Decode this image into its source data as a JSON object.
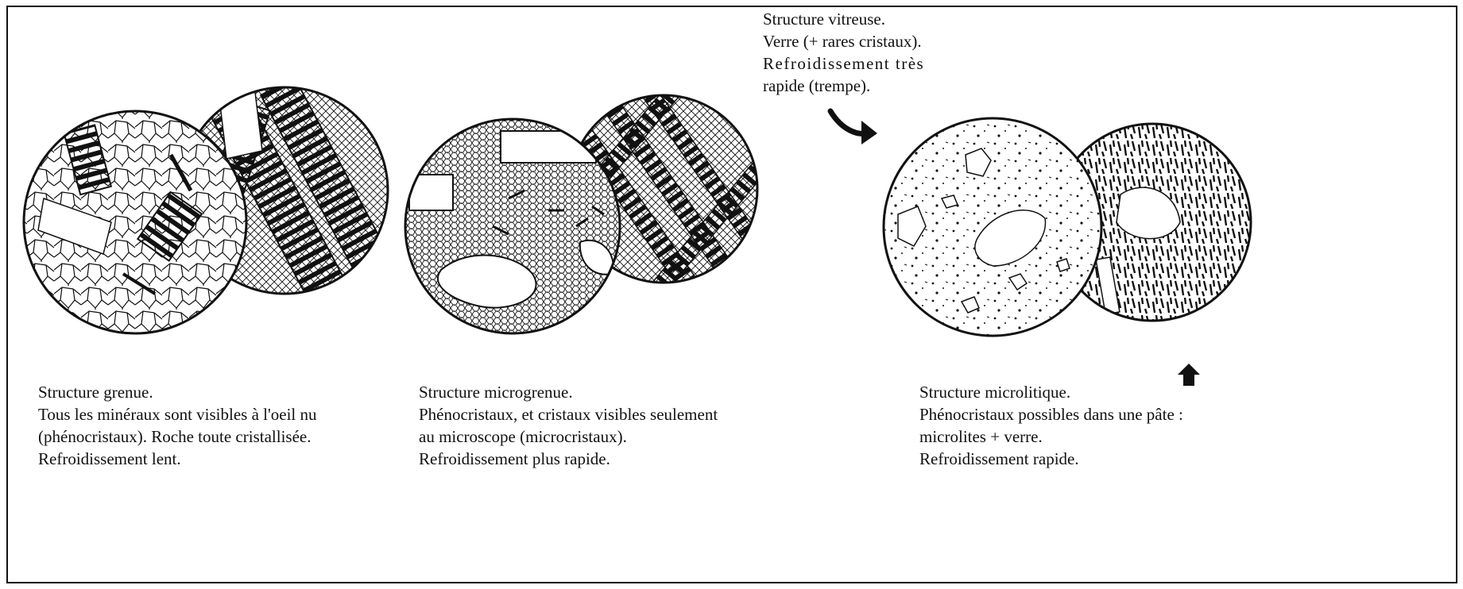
{
  "panels": [
    {
      "id": "grenue",
      "title": "Structure grenue.",
      "lines": [
        "Tous les minéraux sont visibles à l'oeil nu",
        "(phénocristaux). Roche toute cristallisée.",
        "Refroidissement lent."
      ]
    },
    {
      "id": "microgrenue",
      "title": "Structure microgrenue.",
      "lines": [
        "Phénocristaux, et cristaux visibles seulement",
        "au microscope (microcristaux).",
        "Refroidissement plus rapide."
      ]
    },
    {
      "id": "microlitique",
      "title": "Structure microlitique.",
      "lines": [
        "Phénocristaux possibles dans une pâte :",
        "microlites + verre.",
        "Refroidissement rapide."
      ]
    }
  ],
  "vitreuse": {
    "title": "Structure vitreuse.",
    "lines": [
      "Verre (+ rares cristaux).",
      "Refroidissement très",
      "rapide (trempe)."
    ]
  },
  "colors": {
    "ink": "#111111",
    "paper": "#ffffff"
  },
  "icons": [
    "curved-arrow-icon",
    "up-arrow-icon"
  ]
}
